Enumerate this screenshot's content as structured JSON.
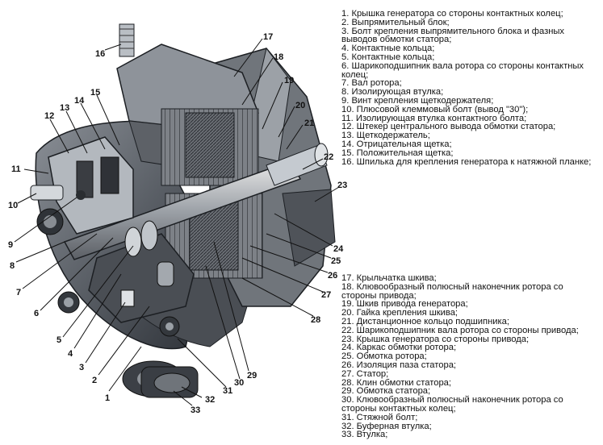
{
  "legend_top": [
    "1. Крышка генератора со стороны контактных колец;",
    "2. Выпрямительный блок;",
    "3. Болт крепления выпрямительного блока и фазных выводов обмотки статора;",
    "4. Контактные кольца;",
    "5. Контактные кольца;",
    "6. Шарикоподшипник вала ротора со стороны контактных колец;",
    "7. Вал ротора;",
    "8. Изолирующая втулка;",
    "9. Винт крепления щеткодержателя;",
    "10. Плюсовой клеммовый болт (вывод \"30\");",
    "11. Изолирующая втулка контактного болта;",
    "12. Штекер центрального вывода обмотки статора;",
    "13. Щеткодержатель;",
    "14. Отрицательная щетка;",
    "15. Положительная щетка;",
    "16. Шпилька для крепления генератора к натяжной планке;"
  ],
  "legend_bottom": [
    "17. Крыльчатка шкива;",
    "18. Клювообразный полюсный наконечник ротора со стороны привода;",
    "19. Шкив привода генератора;",
    "20. Гайка крепления шкива;",
    "21. Дистанционное кольцо подшипника;",
    "22. Шарикоподшипник вала ротора со стороны привода;",
    "23. Крышка генератора со стороны привода;",
    "24. Каркас обмотки ротора;",
    "25. Обмотка ротора;",
    "26. Изоляция паза статора;",
    "27. Статор;",
    "28. Клин обмотки статора;",
    "29. Обмотка статора;",
    "30. Клювообразный полюсный наконечник ротора со стороны контактных колец;",
    "31. Стяжной болт;",
    "32. Буферная втулка;",
    "33. Втулка;"
  ],
  "callouts": [
    "1",
    "2",
    "3",
    "4",
    "5",
    "6",
    "7",
    "8",
    "9",
    "10",
    "11",
    "12",
    "13",
    "14",
    "15",
    "16",
    "17",
    "18",
    "19",
    "20",
    "21",
    "22",
    "23",
    "24",
    "25",
    "26",
    "27",
    "28",
    "29",
    "30",
    "31",
    "32",
    "33"
  ]
}
